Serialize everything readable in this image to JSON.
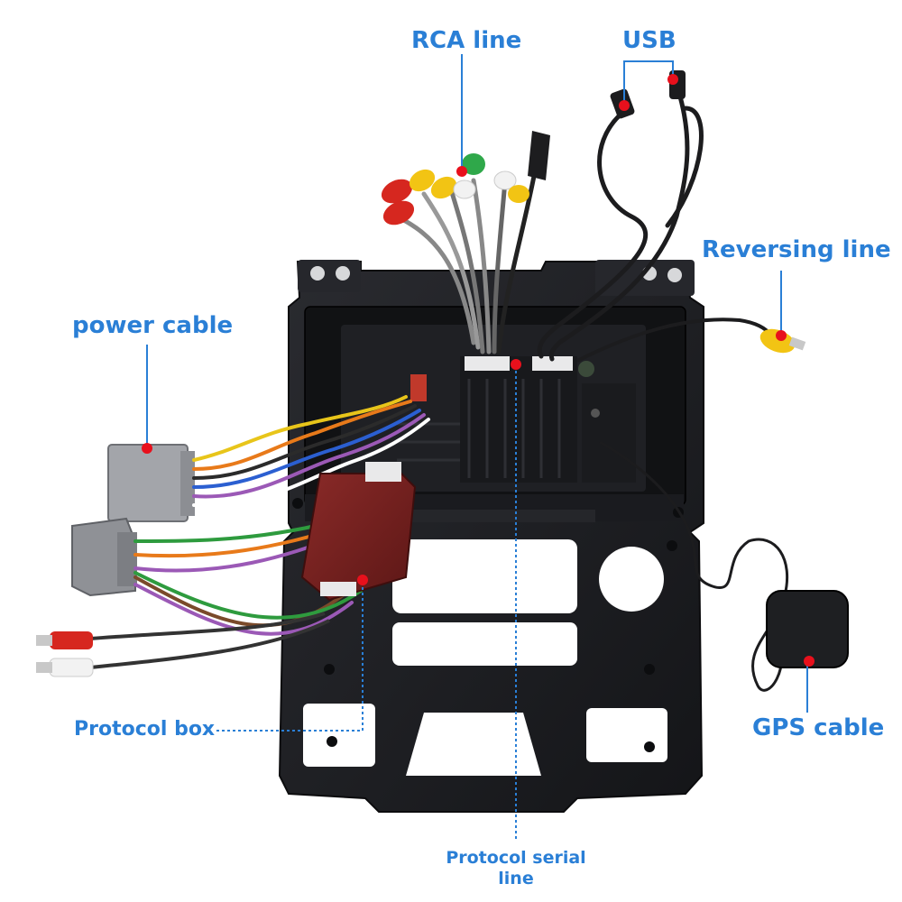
{
  "labels": {
    "rca": "RCA line",
    "usb": "USB",
    "reversing": "Reversing line",
    "power": "power cable",
    "protocol_box": "Protocol box",
    "gps": "GPS cable",
    "serial_line_1": "Protocol serial",
    "serial_line_2": "line"
  },
  "colors": {
    "label": "#2a7fd6",
    "marker": "#e8101c",
    "frame": "#1c1d21",
    "connector_grey": "#9a9ca1"
  }
}
